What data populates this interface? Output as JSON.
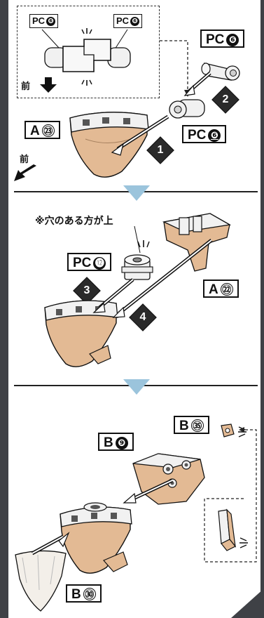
{
  "colors": {
    "frame": "#3f4146",
    "part_grey": "#f1f1f1",
    "part_beige": "#e3ba94",
    "arrow_blue": "#9bc4dc"
  },
  "section1": {
    "inset": {
      "pc_left": {
        "prefix": "PC",
        "num": "❻"
      },
      "pc_right": {
        "prefix": "PC",
        "num": "❻"
      },
      "front_label": "前"
    },
    "pc_top": {
      "prefix": "PC",
      "num": "❻"
    },
    "pc_middle": {
      "prefix": "PC",
      "num": "❻"
    },
    "a23": {
      "prefix": "A",
      "num": "㉓"
    },
    "front_label": "前",
    "steps": [
      "1",
      "2"
    ]
  },
  "section2": {
    "note": "※穴のある方が上",
    "pc12": {
      "prefix": "PC",
      "num": "⓬"
    },
    "a22": {
      "prefix": "A",
      "num": "㉒"
    },
    "steps": [
      "3",
      "4"
    ]
  },
  "section3": {
    "b35": {
      "prefix": "B",
      "num": "㉟"
    },
    "b9": {
      "prefix": "B",
      "num": "❾"
    },
    "b30": {
      "prefix": "B",
      "num": "㉚"
    }
  }
}
